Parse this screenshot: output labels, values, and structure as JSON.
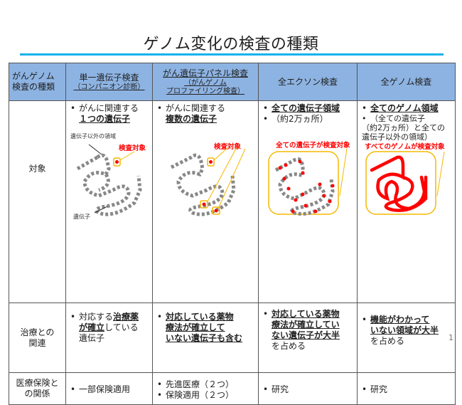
{
  "title": "ゲノム変化の検査の種類",
  "page_number": "1",
  "table": {
    "header": {
      "row_label": [
        "がんゲノム",
        "検査の種類"
      ],
      "columns": [
        {
          "title": "単一遺伝子検査",
          "sub": "（コンパニオン診断）"
        },
        {
          "title": "がん遺伝子パネル検査",
          "sub1": "（がんゲノム",
          "sub2": "プロファイリング検査）"
        },
        {
          "title": "全エクソン検査"
        },
        {
          "title": "全ゲノム検査"
        }
      ]
    },
    "rows": {
      "target": {
        "label": "対象",
        "single": {
          "line1": "がんに関連する",
          "line2": "１つの遺伝子",
          "non_gene_label": "遺伝子以外の領域",
          "gene_label": "遺伝子",
          "target_label": "検査対象"
        },
        "panel": {
          "line1": "がんに関連する",
          "line2": "複数の遺伝子",
          "target_label": "検査対象"
        },
        "exome": {
          "line1": "全ての遺伝子領域",
          "line2": "（約2万ヵ所）",
          "target_label": "全ての遺伝子が検査対象"
        },
        "genome": {
          "line1": "全てのゲノム領域",
          "line2a": "（全ての遺伝子",
          "line2b": "（約2万ヵ所）と全ての",
          "line2c": "遺伝子以外の領域）",
          "target_label": "すべてのゲノムが検査対象"
        }
      },
      "treatment": {
        "label": [
          "治療との",
          "関連"
        ],
        "single": {
          "t1": "対応する",
          "t2": "治療薬",
          "t3": "が確立",
          "t4": "している",
          "t5": "遺伝子"
        },
        "panel": {
          "t1": "対応している薬物",
          "t2": "療法が確立して",
          "t3": "いない遺伝子も含む"
        },
        "exome": {
          "t1": "対応している薬物",
          "t2": "療法が確立してい",
          "t3": "ない遺伝子が大半",
          "t4": "を占める"
        },
        "genome": {
          "t1": "機能がわかって",
          "t2": "いない領域が大半",
          "t3": "を占める"
        }
      },
      "insurance": {
        "label": [
          "医療保険と",
          "の関係"
        ],
        "single": "一部保険適用",
        "panel": [
          "先進医療（２つ）",
          "保険適用（２つ）"
        ],
        "exome": "研究",
        "genome": "研究"
      }
    }
  },
  "colors": {
    "header_bg": "#8db3e2",
    "accent_rule": "#12b3eb",
    "target_red": "#ff0000",
    "highlight_orange": "#f5b800"
  }
}
